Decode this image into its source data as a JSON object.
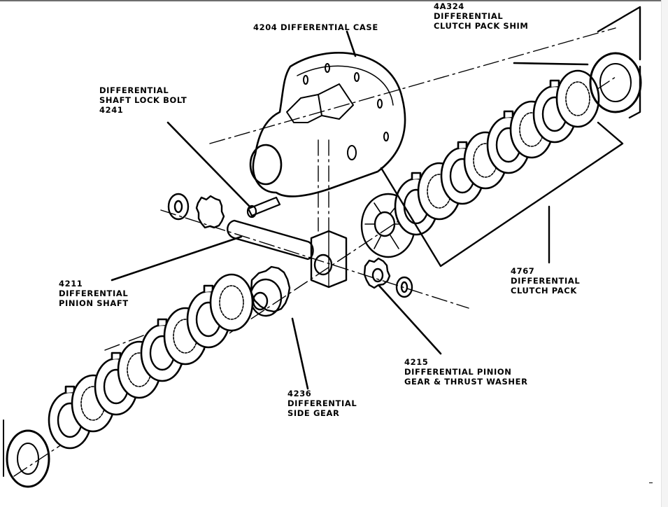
{
  "diagram": {
    "title": "Differential exploded view",
    "colors": {
      "ink": "#000000",
      "background": "#ffffff",
      "frame": "#6e6e6e"
    },
    "labels": {
      "clutch_pack_shim": {
        "part_no": "4A324",
        "line1": "DIFFERENTIAL",
        "line2": "CLUTCH PACK SHIM"
      },
      "case": {
        "text": "4204 DIFFERENTIAL CASE"
      },
      "lock_bolt": {
        "line1": "DIFFERENTIAL",
        "line2": "SHAFT LOCK BOLT",
        "part_no": "4241"
      },
      "clutch_pack": {
        "part_no": "4767",
        "line1": "DIFFERENTIAL",
        "line2": "CLUTCH PACK"
      },
      "pinion_shaft": {
        "part_no": "4211",
        "line1": "DIFFERENTIAL",
        "line2": "PINION SHAFT"
      },
      "pinion_gear": {
        "part_no": "4215",
        "line1": "DIFFERENTIAL PINION",
        "line2": "GEAR & THRUST WASHER"
      },
      "side_gear": {
        "part_no": "4236",
        "line1": "DIFFERENTIAL",
        "line2": "SIDE GEAR"
      }
    }
  }
}
